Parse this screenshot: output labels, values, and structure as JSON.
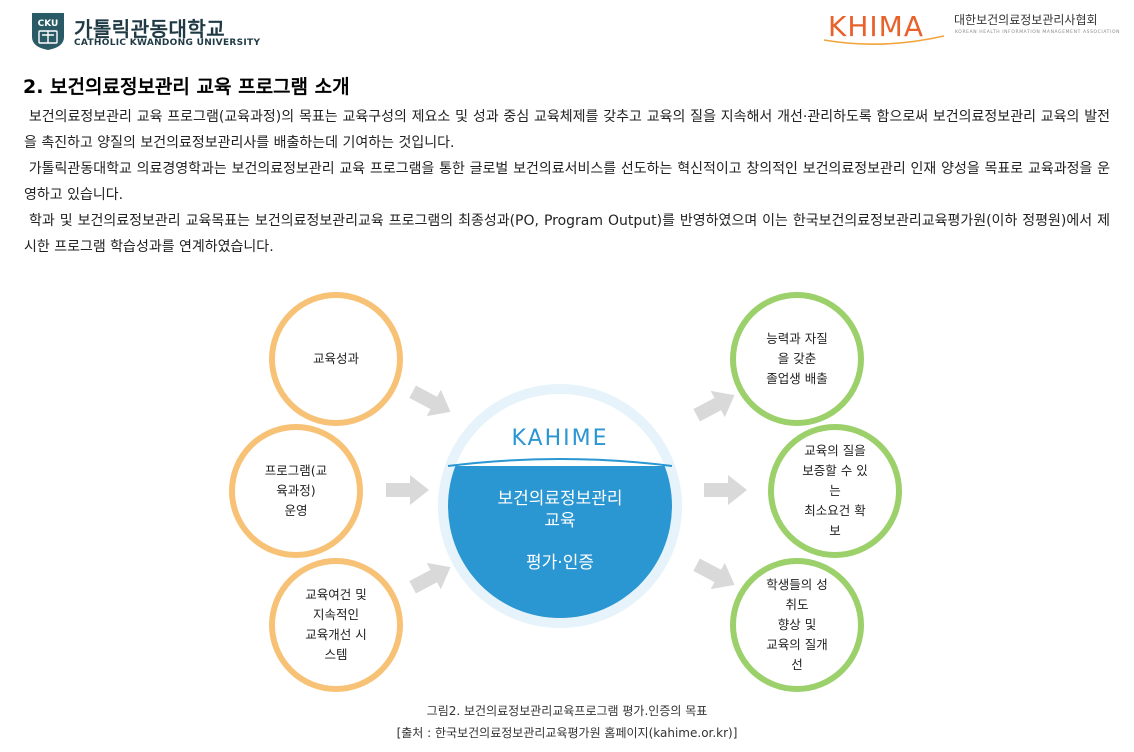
{
  "header": {
    "university": {
      "emblem_text": "CKU",
      "name_ko": "가톨릭관동대학교",
      "name_en": "CATHOLIC KWANDONG UNIVERSITY"
    },
    "association": {
      "wordmark": "KHIMA",
      "name_ko": "대한보건의료정보관리사협회",
      "name_en": "KOREAN HEALTH INFORMATION MANAGEMENT ASSOCIATION"
    }
  },
  "section": {
    "title": "2. 보건의료정보관리 교육 프로그램 소개",
    "paragraphs": [
      "보건의료정보관리 교육 프로그램(교육과정)의 목표는 교육구성의 제요소 및 성과 중심 교육체제를 갖추고 교육의 질을 지속해서 개선·관리하도록 함으로써 보건의료정보관리 교육의 발전을 촉진하고 양질의 보건의료정보관리사를 배출하는데 기여하는 것입니다.",
      "가톨릭관동대학교 의료경영학과는 보건의료정보관리 교육 프로그램을 통한 글로벌 보건의료서비스를 선도하는 혁신적이고 창의적인 보건의료정보관리 인재 양성을 목표로 교육과정을 운영하고 있습니다.",
      "학과 및 보건의료정보관리 교육목표는 보건의료정보관리교육 프로그램의 최종성과(PO, Program Output)를 반영하였으며 이는 한국보건의료정보관리교육평가원(이하 정평원)에서 제시한 프로그램 학습성과를 연계하였습니다."
    ]
  },
  "diagram": {
    "center": {
      "logo": "KAHIME",
      "line1": "보건의료정보관리",
      "line2": "교육",
      "line3": "평가·인증"
    },
    "inputs": [
      {
        "lines": [
          "교육성과"
        ]
      },
      {
        "lines": [
          "프로그램(교육과정)",
          "운영"
        ]
      },
      {
        "lines": [
          "교육여건 및 지속적인",
          "교육개선 시스템"
        ]
      }
    ],
    "outputs": [
      {
        "lines": [
          "능력과 자질을 갖춘",
          "졸업생 배출"
        ]
      },
      {
        "lines": [
          "교육의 질을",
          "보증할 수 있는",
          "최소요건 확보"
        ]
      },
      {
        "lines": [
          "학생들의 성취도",
          "향상 및",
          "교육의 질개선"
        ]
      }
    ],
    "colors": {
      "input_ring": "#f7c276",
      "output_ring": "#9bd06b",
      "center_fill": "#2a96d2",
      "arrow": "#d9d9d9",
      "kahime_logo": "#2a96d2"
    }
  },
  "caption": {
    "line1": "그림2. 보건의료정보관리교육프로그램 평가.인증의 목표",
    "line2": "[출처 : 한국보건의료정보관리교육평가원 홈페이지(kahime.or.kr)]"
  }
}
